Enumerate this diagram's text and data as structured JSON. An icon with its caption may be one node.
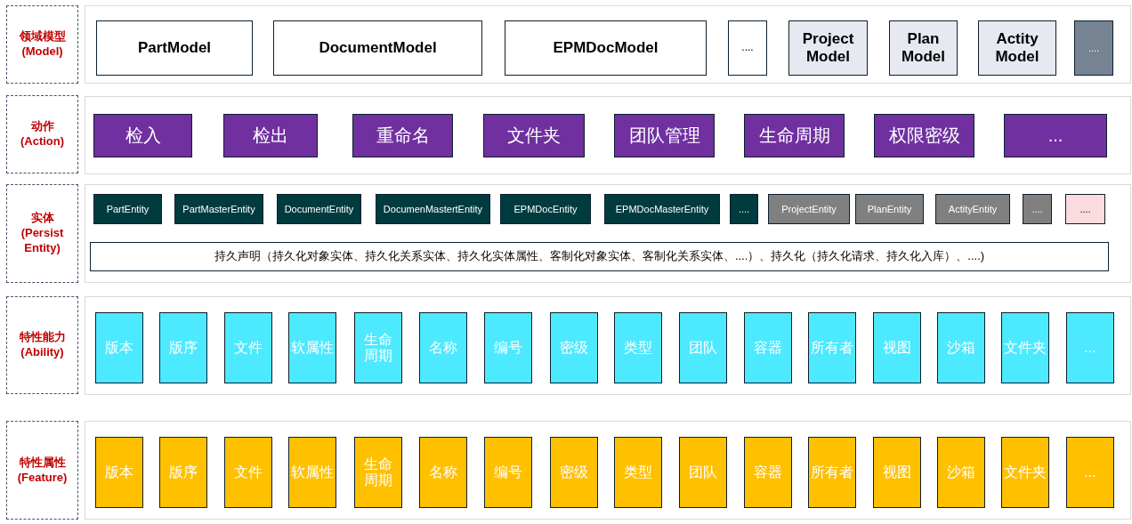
{
  "diagram": {
    "nodes": [
      {
        "text": [
          "领域模型",
          "(Model)"
        ]
      },
      {
        "text": [],
        "shape": "box"
      },
      {
        "text": [
          "PartModel"
        ],
        "in": 1
      },
      {
        "text": [
          "DocumentModel"
        ],
        "in": 1
      },
      {
        "text": [
          "EPMDocModel"
        ],
        "in": 1
      },
      {
        "text": [
          "...."
        ],
        "in": 1
      },
      {
        "text": [
          "Project Model"
        ],
        "in": 1
      },
      {
        "text": [
          "Plan Model"
        ],
        "in": 1
      },
      {
        "text": [
          "Actity Model"
        ],
        "in": 1
      },
      {
        "text": [
          "...."
        ],
        "in": 1
      },
      {
        "text": [
          "动作",
          "(Action)"
        ]
      },
      {
        "text": [],
        "shape": "box"
      },
      {
        "text": [
          "检入"
        ],
        "in": 11
      },
      {
        "text": [
          "检出"
        ],
        "in": 11
      },
      {
        "text": [
          "重命名"
        ],
        "in": 11
      },
      {
        "text": [
          "文件夹"
        ],
        "in": 11
      },
      {
        "text": [
          "团队管理"
        ],
        "in": 11
      },
      {
        "text": [
          "生命周期"
        ],
        "in": 11
      },
      {
        "text": [
          "权限密级"
        ],
        "in": 11
      },
      {
        "text": [
          "..."
        ],
        "in": 11
      },
      {
        "text": [
          "实体",
          "(Persist Entity)"
        ]
      },
      {
        "text": [],
        "shape": "box"
      },
      {
        "text": [
          "PartEntity"
        ],
        "in": 21
      },
      {
        "text": [
          "PartMasterEntity"
        ],
        "in": 21
      },
      {
        "text": [
          "DocumentEntity"
        ],
        "in": 21
      },
      {
        "text": [
          "DocumenMastertEntity"
        ],
        "in": 21
      },
      {
        "text": [
          "EPMDocEntity"
        ],
        "in": 21
      },
      {
        "text": [
          "EPMDocMasterEntity"
        ],
        "in": 21
      },
      {
        "text": [
          "...."
        ],
        "in": 21
      },
      {
        "text": [
          "ProjectEntity"
        ],
        "in": 21
      },
      {
        "text": [
          "PlanEntity"
        ],
        "in": 21
      },
      {
        "text": [
          "ActityEntity"
        ],
        "in": 21
      },
      {
        "text": [
          "...."
        ],
        "in": 21
      },
      {
        "text": [
          "...."
        ],
        "in": 21
      },
      {
        "text": [
          "持久声明（持久化对象实体、持久化关系实体、持久化实体属性、客制化对象实体、客制化关系实体、....）、持久化（持久化请求、持久化入库）、....)"
        ],
        "in": 21
      },
      {
        "text": [
          "特性能力",
          "(Ability)"
        ]
      },
      {
        "text": [],
        "shape": "box"
      },
      {
        "text": [
          "版本"
        ],
        "in": 36
      },
      {
        "text": [
          "版序"
        ],
        "in": 36
      },
      {
        "text": [
          "文件"
        ],
        "in": 36
      },
      {
        "text": [
          "软属性"
        ],
        "in": 36
      },
      {
        "text": [
          "生命周期"
        ],
        "in": 36
      },
      {
        "text": [
          "名称"
        ],
        "in": 36
      },
      {
        "text": [
          "编号"
        ],
        "in": 36
      },
      {
        "text": [
          "密级"
        ],
        "in": 36
      },
      {
        "text": [
          "类型"
        ],
        "in": 36
      },
      {
        "text": [
          "团队"
        ],
        "in": 36
      },
      {
        "text": [
          "容器"
        ],
        "in": 36
      },
      {
        "text": [
          "所有者"
        ],
        "in": 36
      },
      {
        "text": [
          "视图"
        ],
        "in": 36
      },
      {
        "text": [
          "沙箱"
        ],
        "in": 36
      },
      {
        "text": [
          "文件夹"
        ],
        "in": 36
      },
      {
        "text": [
          "..."
        ],
        "in": 36
      },
      {
        "text": [
          "特性属性",
          "(Feature)"
        ]
      },
      {
        "text": [],
        "shape": "box"
      },
      {
        "text": [
          "版本"
        ],
        "in": 54
      },
      {
        "text": [
          "版序"
        ],
        "in": 54
      },
      {
        "text": [
          "文件"
        ],
        "in": 54
      },
      {
        "text": [
          "软属性"
        ],
        "in": 54
      },
      {
        "text": [
          "生命周期"
        ],
        "in": 54
      },
      {
        "text": [
          "名称"
        ],
        "in": 54
      },
      {
        "text": [
          "编号"
        ],
        "in": 54
      },
      {
        "text": [
          "密级"
        ],
        "in": 54
      },
      {
        "text": [
          "类型"
        ],
        "in": 54
      },
      {
        "text": [
          "团队"
        ],
        "in": 54
      },
      {
        "text": [
          "容器"
        ],
        "in": 54
      },
      {
        "text": [
          "所有者"
        ],
        "in": 54
      },
      {
        "text": [
          "视图"
        ],
        "in": 54
      },
      {
        "text": [
          "沙箱"
        ],
        "in": 54
      },
      {
        "text": [
          "文件夹"
        ],
        "in": 54
      },
      {
        "text": [
          "..."
        ],
        "in": 54
      }
    ]
  }
}
